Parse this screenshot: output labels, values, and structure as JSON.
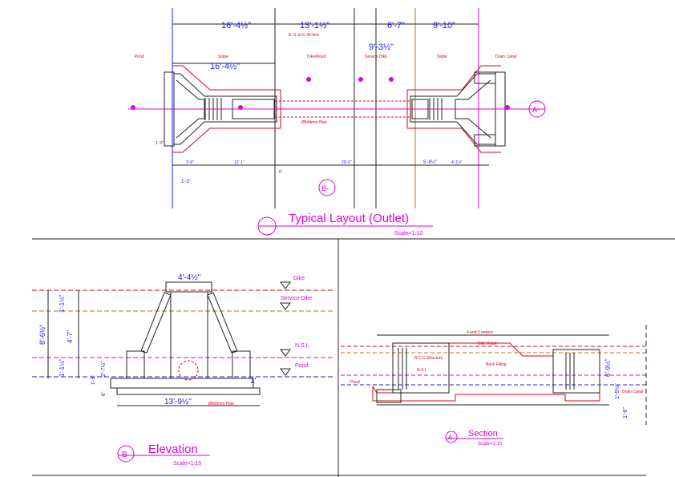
{
  "colors": {
    "blue": "#1a1aff",
    "red": "#e0001a",
    "magenta": "#e000e0",
    "olive": "#b07a1a",
    "black": "#222222"
  },
  "layout_view": {
    "title": "Typical Layout (Outlet)",
    "scale": "Scale=1:10",
    "top_dims": [
      "16'-4½\"",
      "13'-1½\"",
      "6'-7\"",
      "9'-10\""
    ],
    "inner_dim": "16'-4½\"",
    "road_note": "E. IL to IL 40 feet",
    "mid_dim": "9'-3½\"",
    "zones": [
      "Pond",
      "Slope",
      "Dike/Road",
      "Service Dike",
      "Slope",
      "Drain Canal"
    ],
    "pipe_label": "Ø544mm Pipe",
    "bottom_dims": [
      "3'-6\"",
      "12'-1\"",
      "20'-6\"",
      "5'-6½\"",
      "4'-1½\""
    ],
    "small_dims": [
      "1'-3\"",
      "6\"",
      "1'-3\""
    ],
    "section_marker_a": "A-",
    "section_marker_b": "B-"
  },
  "elevation_view": {
    "title": "Elevation",
    "scale": "Scale=1:15",
    "marker": "B",
    "top_dim": "4'-4½\"",
    "levels": [
      "Dike",
      "Service Dike",
      "N.S.L",
      "Pond"
    ],
    "left_dims": [
      "8'-6½\"",
      "1'-1½\"",
      "4'-7\"",
      "1'-1½\""
    ],
    "mid_dims": [
      "2'-7½\"",
      "1'-5\"",
      "6\""
    ],
    "bottom_dim": "13'-9½\"",
    "pipe_label": "Ø600mm Pipe",
    "right_dim": "1'"
  },
  "section_view": {
    "title": "Section",
    "scale": "Scale=1:10",
    "marker": "A",
    "top_note": "4 and 5 meters",
    "labels": [
      "Dike Road",
      "R.C.C Structure",
      "N.S.L",
      "Back Filling",
      "Pond",
      "Drain Canal"
    ],
    "right_dims": [
      "6'-9½\"",
      "1'-5½\"",
      "1'-6\""
    ]
  }
}
